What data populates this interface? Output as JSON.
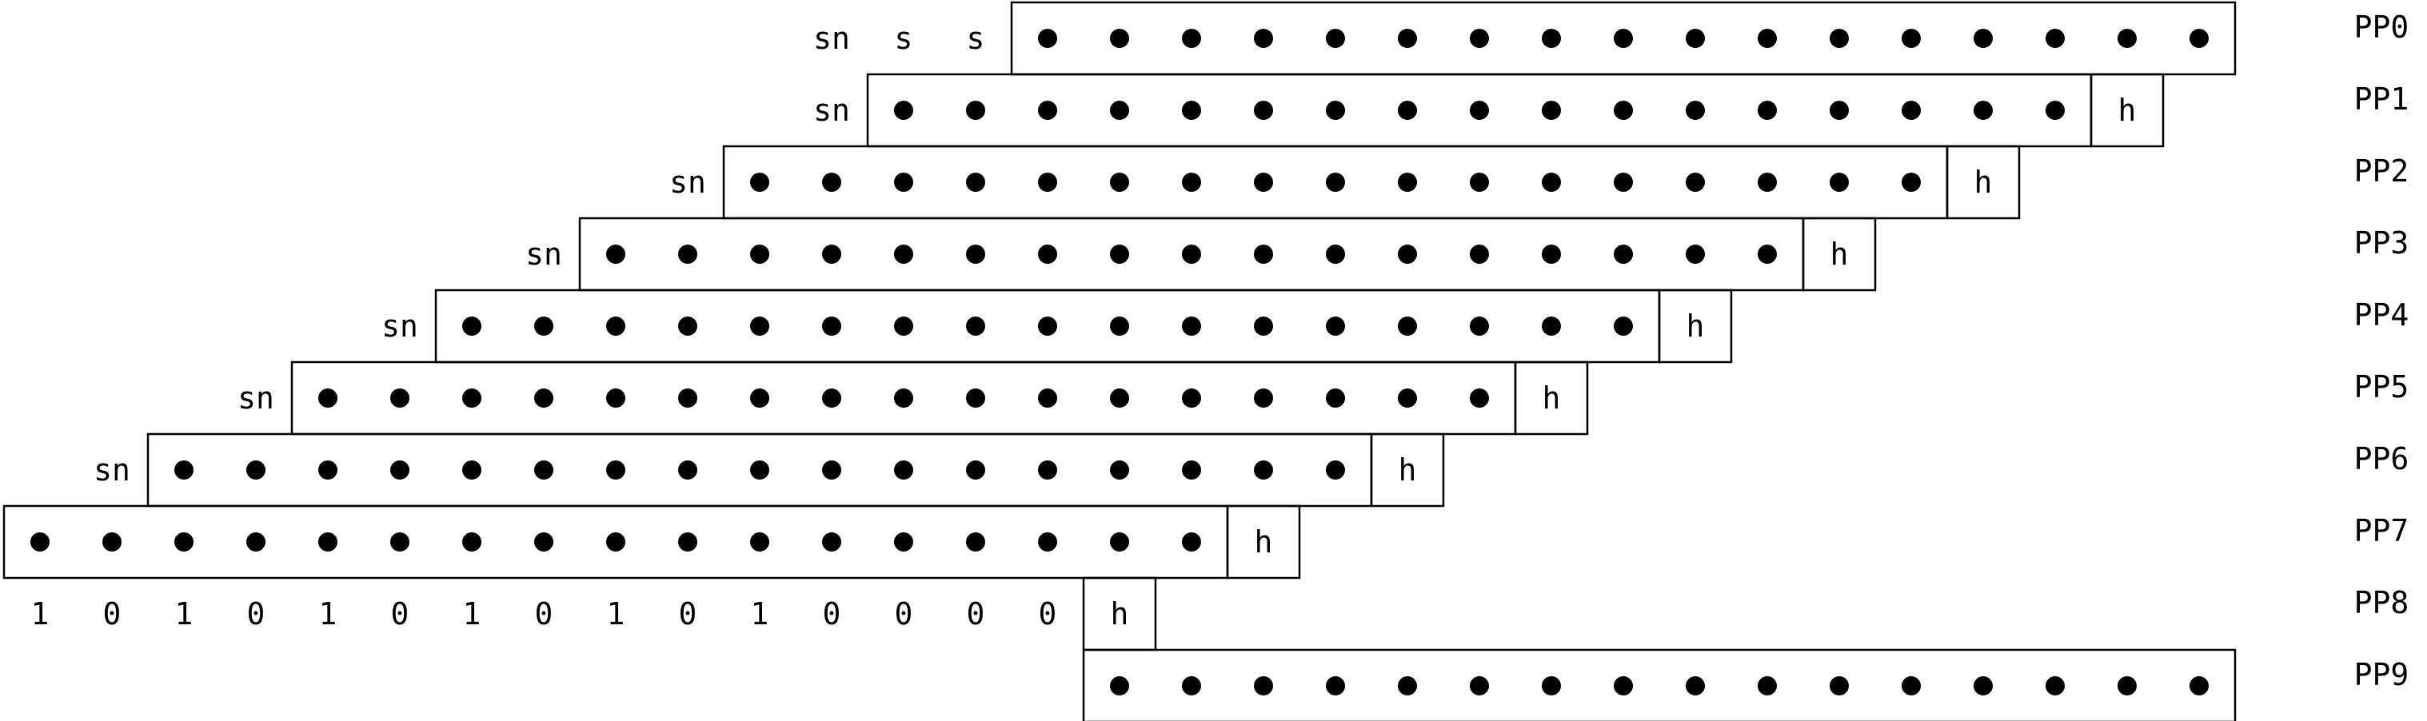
{
  "style": {
    "ink": "#000000",
    "background": "#ffffff"
  },
  "rows": [
    {
      "label": "PP0",
      "prefix": [
        "sn",
        "s",
        "s"
      ],
      "suffix": ""
    },
    {
      "label": "PP1",
      "prefix": [
        "sn"
      ],
      "suffix": "h"
    },
    {
      "label": "PP2",
      "prefix": [
        "sn"
      ],
      "suffix": "h"
    },
    {
      "label": "PP3",
      "prefix": [
        "sn"
      ],
      "suffix": "h"
    },
    {
      "label": "PP4",
      "prefix": [
        "sn"
      ],
      "suffix": "h"
    },
    {
      "label": "PP5",
      "prefix": [
        "sn"
      ],
      "suffix": "h"
    },
    {
      "label": "PP6",
      "prefix": [
        "sn"
      ],
      "suffix": "h"
    },
    {
      "label": "PP7",
      "prefix": [],
      "suffix": "h"
    },
    {
      "label": "PP8",
      "bits": [
        "1",
        "0",
        "1",
        "0",
        "1",
        "0",
        "1",
        "0",
        "1",
        "0",
        "1",
        "0",
        "0",
        "0",
        "0"
      ],
      "suffix": "h"
    },
    {
      "label": "PP9",
      "prefix": [],
      "suffix": ""
    }
  ]
}
